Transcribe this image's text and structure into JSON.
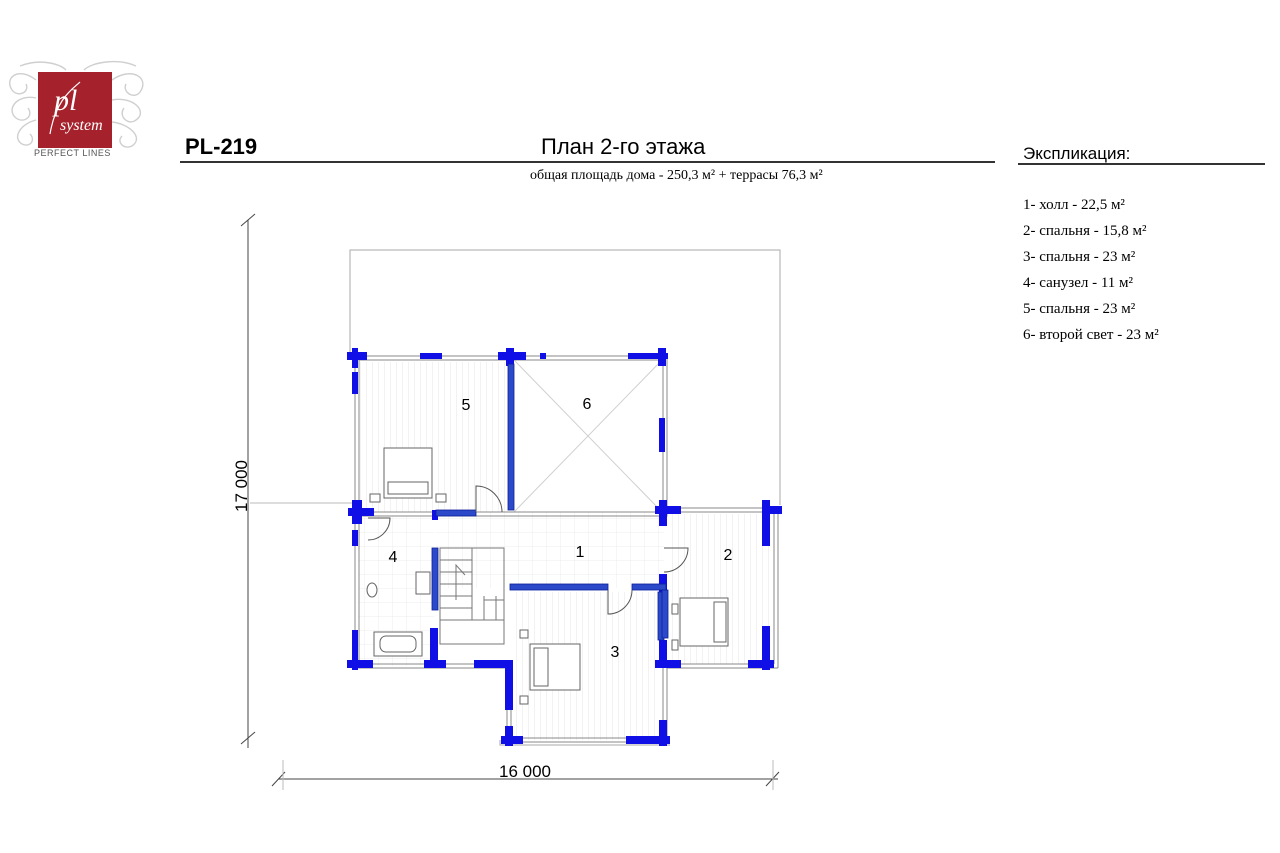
{
  "logo": {
    "wordmark": "pl system",
    "tagline": "PERFECT LINES",
    "brand_color": "#a5212b"
  },
  "header": {
    "plan_code": "PL-219",
    "plan_title": "План 2-го этажа",
    "area_summary": "общая площадь дома - 250,3 м² + террасы 76,3 м²"
  },
  "legend": {
    "title": "Экспликация:",
    "items": [
      "1- холл - 22,5 м²",
      "2- спальня - 15,8 м²",
      "3- спальня - 23 м²",
      "4- санузел - 11 м²",
      "5- спальня - 23 м²",
      "6- второй свет - 23 м²"
    ]
  },
  "plan": {
    "dimensions": {
      "height": "17 000",
      "width": "16 000"
    },
    "rooms": [
      "1",
      "2",
      "3",
      "4",
      "5",
      "6"
    ],
    "colors": {
      "wall": "#1010e6",
      "partition": "#2c49c9",
      "outline": "#9a9a9a"
    }
  }
}
